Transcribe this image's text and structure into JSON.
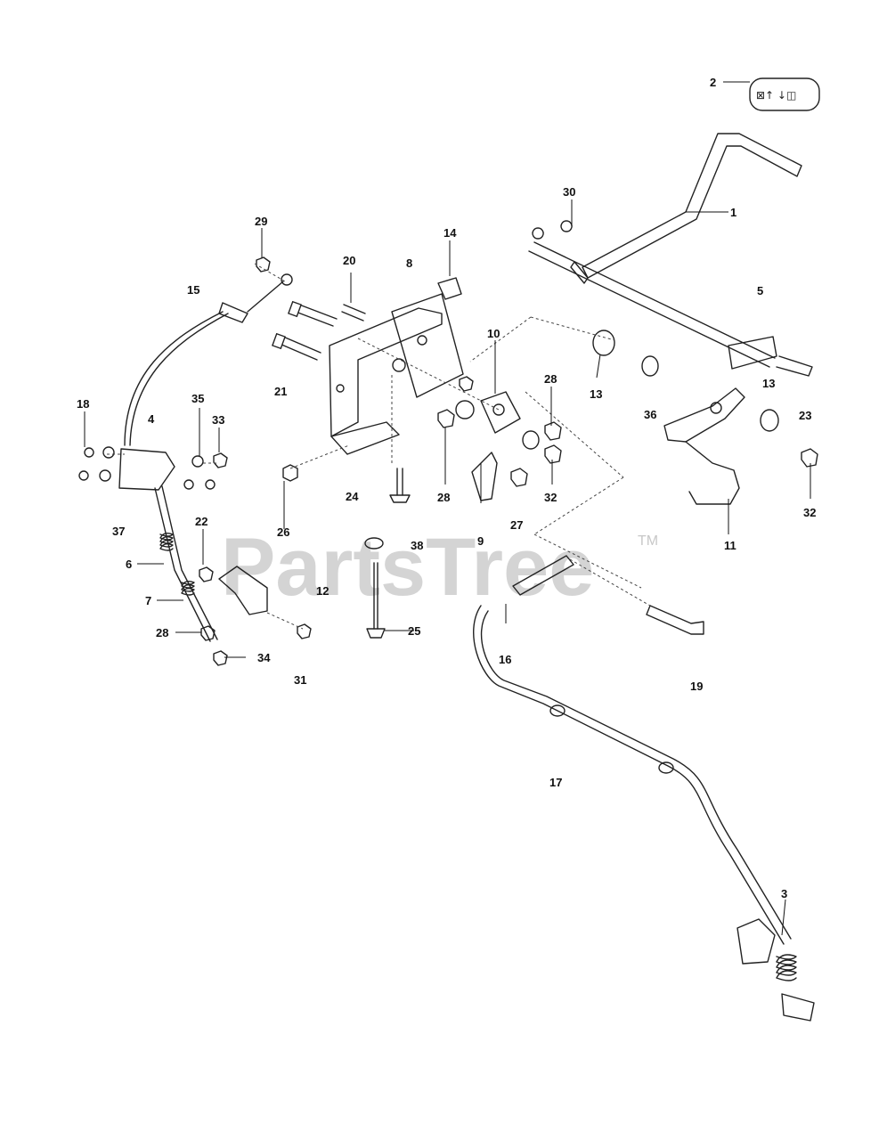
{
  "watermark": {
    "text": "PartsTree",
    "tm": "TM"
  },
  "plate_symbols": "⊠↑ ↓◫",
  "callouts": {
    "c1": "1",
    "c2": "2",
    "c3": "3",
    "c4": "4",
    "c5": "5",
    "c6": "6",
    "c7": "7",
    "c8": "8",
    "c9": "9",
    "c10": "10",
    "c11": "11",
    "c12": "12",
    "c13a": "13",
    "c13b": "13",
    "c14": "14",
    "c15": "15",
    "c16": "16",
    "c17": "17",
    "c18": "18",
    "c19": "19",
    "c20": "20",
    "c21": "21",
    "c22": "22",
    "c23": "23",
    "c24": "24",
    "c25": "25",
    "c26": "26",
    "c27": "27",
    "c28a": "28",
    "c28b": "28",
    "c28c": "28",
    "c29": "29",
    "c30": "30",
    "c31": "31",
    "c32a": "32",
    "c32b": "32",
    "c33": "33",
    "c34": "34",
    "c35": "35",
    "c36": "36",
    "c37": "37",
    "c38": "38"
  }
}
